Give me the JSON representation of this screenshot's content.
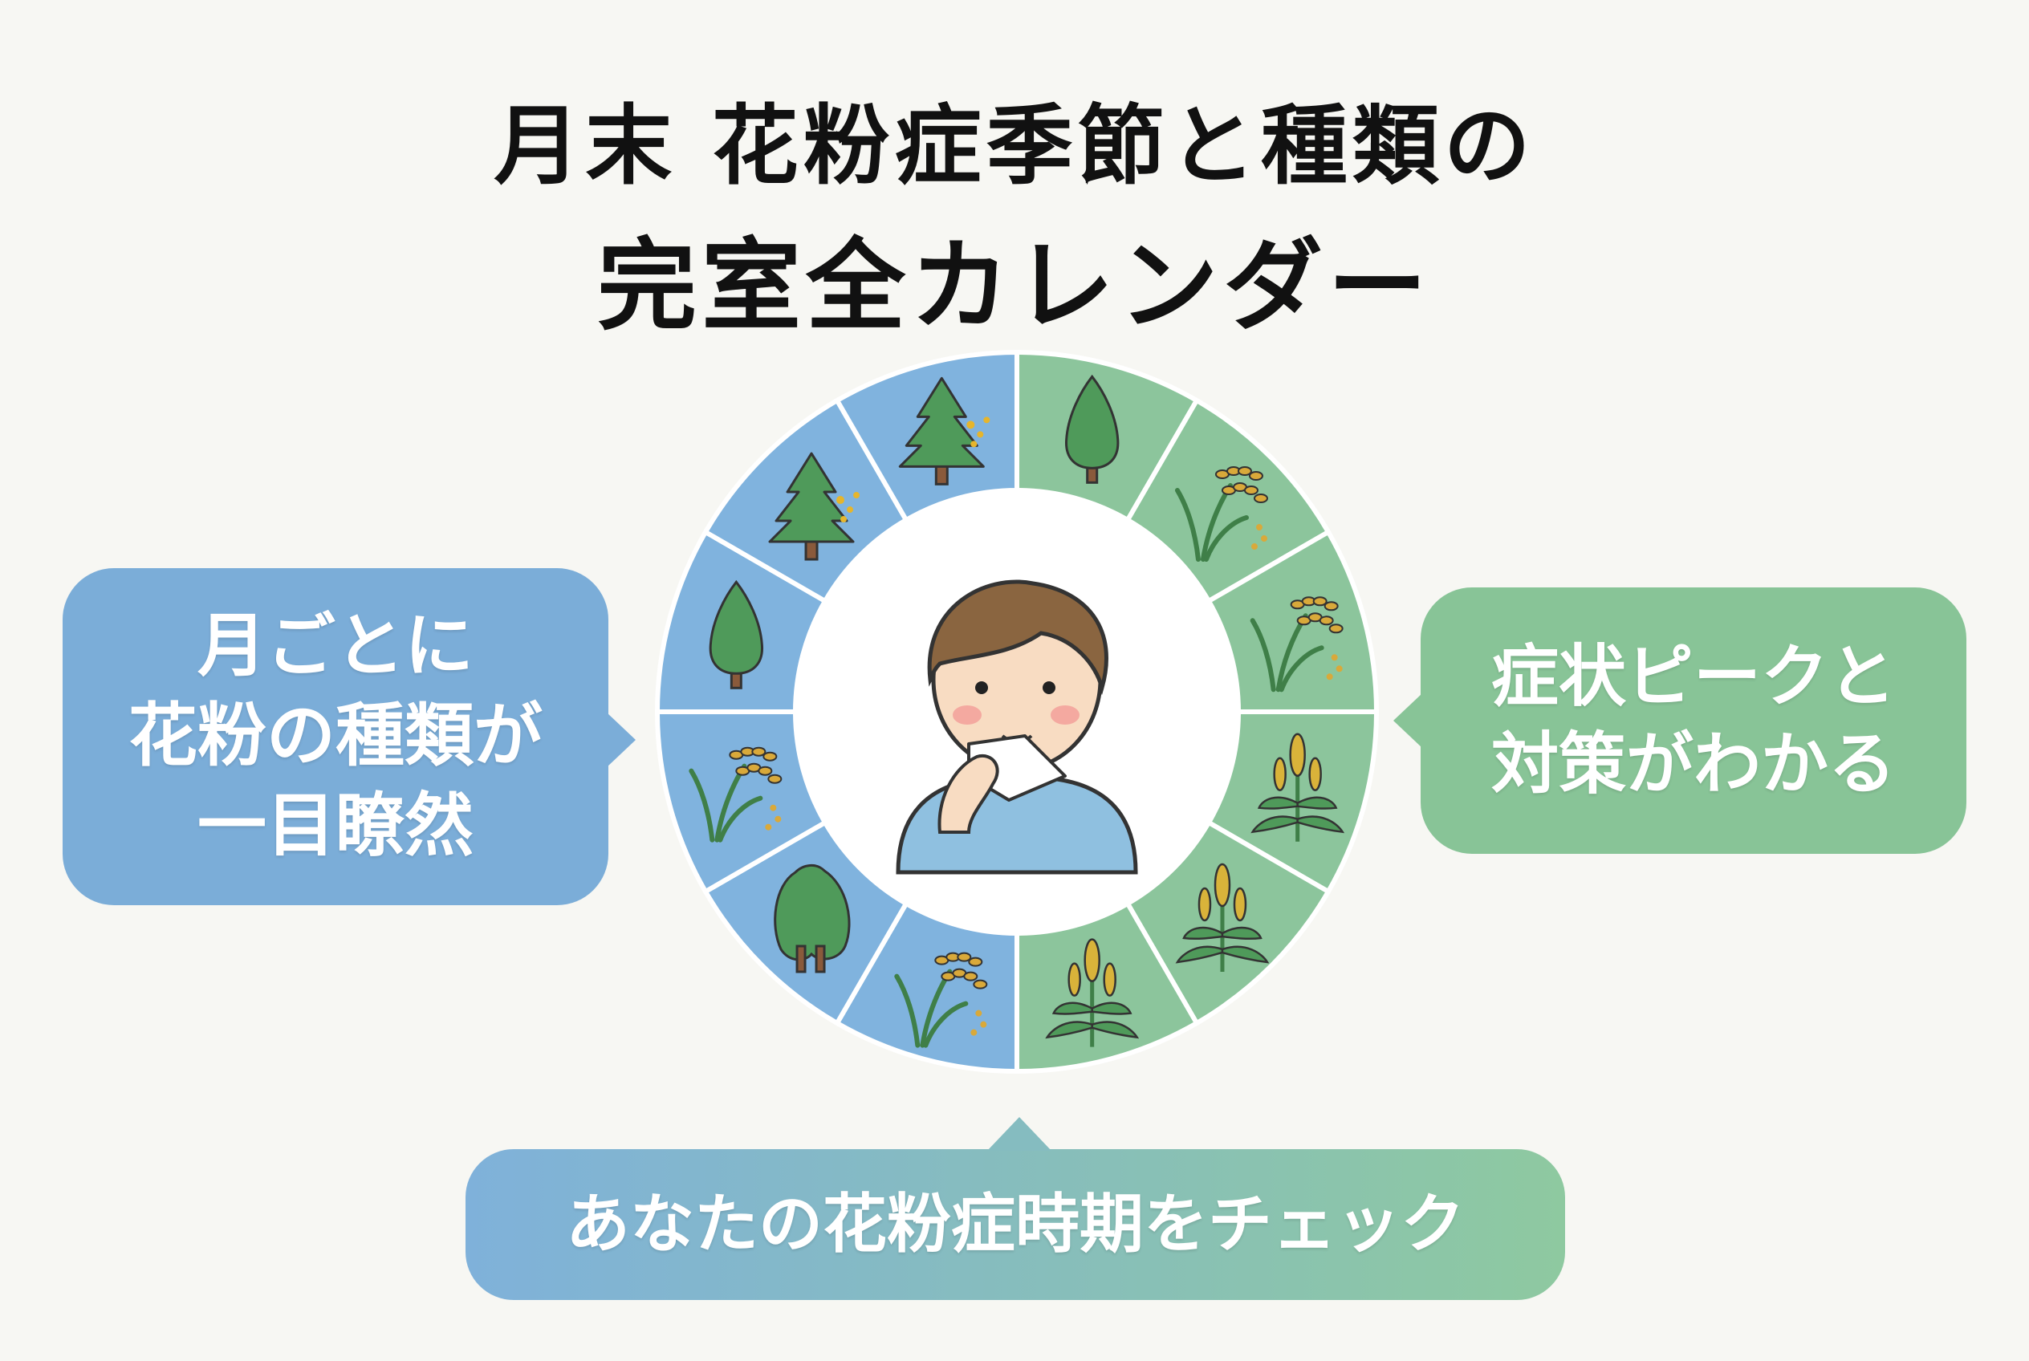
{
  "title": {
    "line1": "月末 花粉症季節と種類の",
    "line2": "完室全カレンダー"
  },
  "left_bubble": {
    "line1": "月ごとに",
    "line2": "花粉の種類が",
    "line3": "一目瞭然"
  },
  "right_bubble": {
    "line1": "症状ピークと",
    "line2": "対策がわかる"
  },
  "bottom_bubble": {
    "label": "あなたの花粉症時期をチェック"
  },
  "wheel": {
    "segments": [
      {
        "icon": "cedar-tree-icon",
        "color": "#8cc59c"
      },
      {
        "icon": "grass-icon",
        "color": "#8cc59c"
      },
      {
        "icon": "grass-icon",
        "color": "#8cc59c"
      },
      {
        "icon": "ragweed-icon",
        "color": "#8cc59c"
      },
      {
        "icon": "ragweed-icon",
        "color": "#8cc59c"
      },
      {
        "icon": "ragweed-icon",
        "color": "#8cc59c"
      },
      {
        "icon": "grass-icon",
        "color": "#80b3de"
      },
      {
        "icon": "cypress-tree-icon",
        "color": "#80b3de"
      },
      {
        "icon": "grass-icon",
        "color": "#80b3de"
      },
      {
        "icon": "cedar-tree-icon",
        "color": "#80b3de"
      },
      {
        "icon": "pine-pollen-icon",
        "color": "#80b3de"
      },
      {
        "icon": "pine-pollen-icon",
        "color": "#80b3de"
      }
    ],
    "center_icon": "person-with-tissue-icon"
  },
  "colors": {
    "blue": "#80b3de",
    "green": "#8cc59c",
    "background": "#f7f7f3"
  }
}
